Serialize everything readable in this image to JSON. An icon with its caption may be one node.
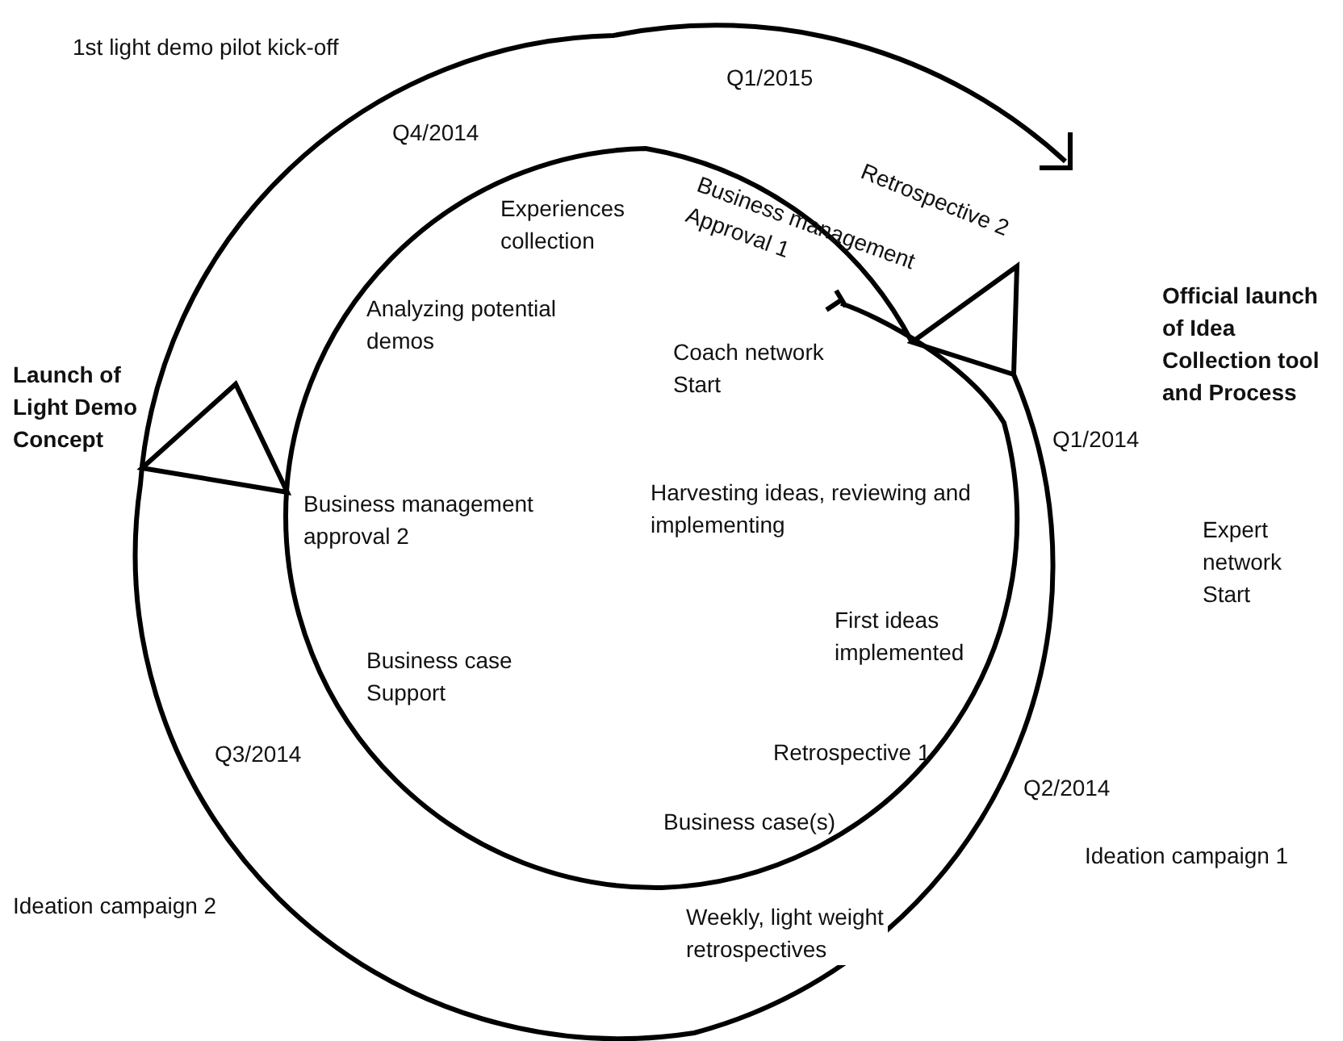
{
  "diagram": {
    "labels": [
      "1st light demo pilot kick-off",
      "Q1/2015",
      "Retrospective 2",
      "Q4/2014",
      "Business management Approval 1",
      "Experiences collection",
      "Analyzing potential demos",
      "Coach network Start",
      "Official launch of Idea Collection tool and Process",
      "Launch of Light Demo Concept",
      "Q1/2014",
      "Harvesting ideas, reviewing and implementing",
      "Business management approval 2",
      "Expert network Start",
      "First ideas implemented",
      "Business case Support",
      "Q3/2014",
      "Retrospective 1",
      "Q2/2014",
      "Ideation campaign 1",
      "Business case(s)",
      "Ideation campaign 2",
      "Weekly, light weight retrospectives"
    ]
  }
}
